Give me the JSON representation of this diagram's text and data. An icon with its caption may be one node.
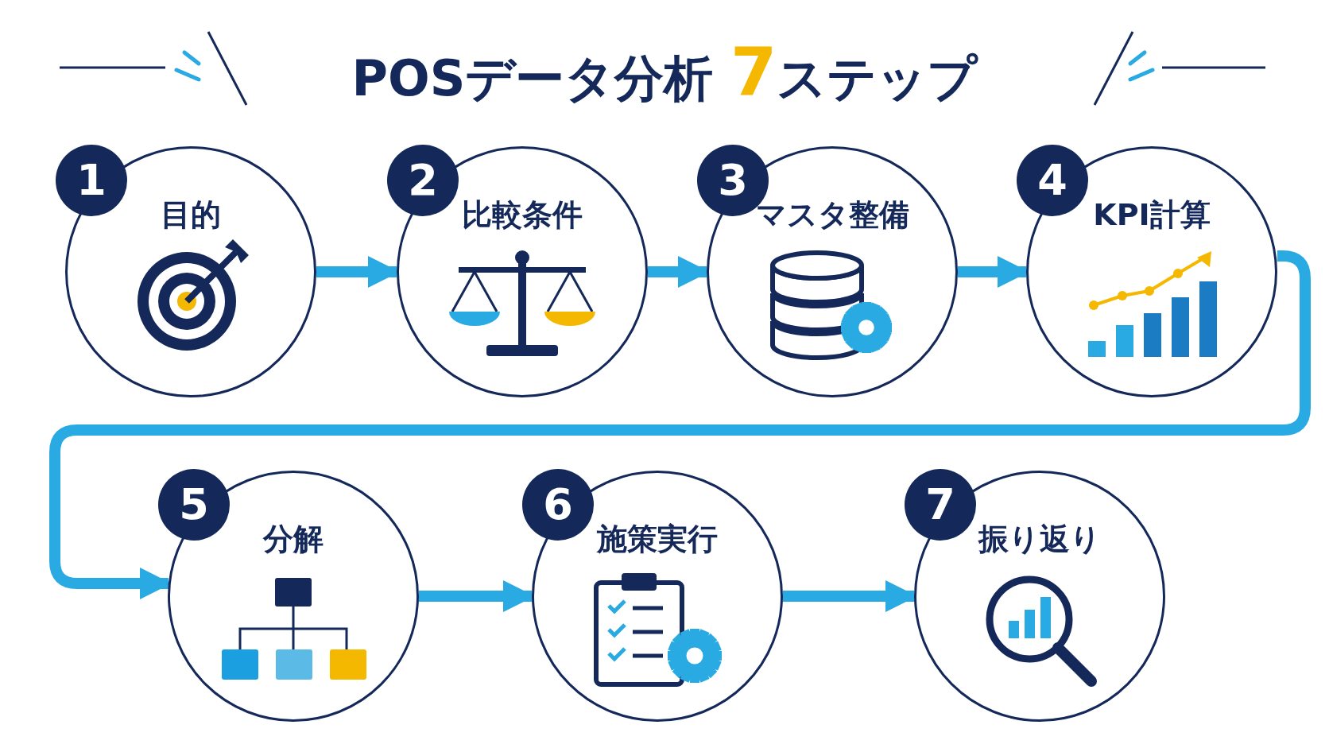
{
  "diagram": {
    "title": "POSデータ分析 **7**ステップ",
    "nodes": [
      {
        "text": [
          "1",
          "目的"
        ]
      },
      {
        "text": [
          "2",
          "比較条件"
        ]
      },
      {
        "text": [
          "3",
          "マスタ整備"
        ]
      },
      {
        "text": [
          "4",
          "KPI計算"
        ]
      },
      {
        "text": [
          "5",
          "分解"
        ]
      },
      {
        "text": [
          "6",
          "施策実行"
        ]
      },
      {
        "text": [
          "7",
          "振り返り"
        ]
      }
    ],
    "edges": [
      {
        "from": 0,
        "to": 1,
        "arrow": "to"
      },
      {
        "from": 1,
        "to": 2,
        "arrow": "to"
      },
      {
        "from": 2,
        "to": 3,
        "arrow": "to"
      },
      {
        "from": 3,
        "to": 4,
        "arrow": "to"
      },
      {
        "from": 4,
        "to": 5,
        "arrow": "to"
      },
      {
        "from": 5,
        "to": 6,
        "arrow": "to"
      }
    ]
  }
}
